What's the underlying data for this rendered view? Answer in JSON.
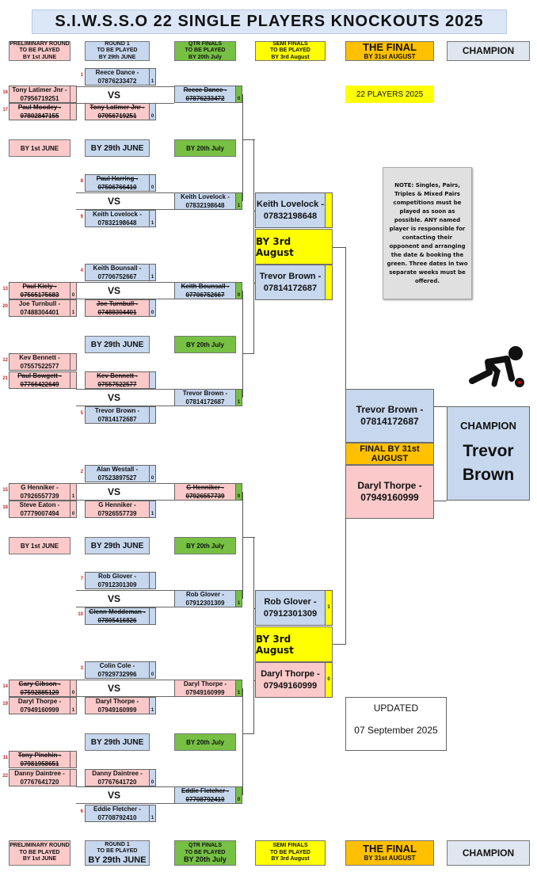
{
  "title": "S.I.W.S.S.O 22 SINGLE PLAYERS  KNOCKOUTS  2025",
  "headers": {
    "prelim": [
      "PRELIMINARY ROUND",
      "TO BE PLAYED",
      "BY 1st JUNE"
    ],
    "r1": [
      "ROUND 1",
      "TO BE PLAYED",
      "BY 29th JUNE"
    ],
    "qf": [
      "QTR FINALS",
      "TO BE PLAYED",
      "BY 20th July"
    ],
    "sf": [
      "SEMI FINALS",
      "TO BE PLAYED",
      "BY  3rd August"
    ],
    "final": [
      "THE FINAL",
      "BY 31st AUGUST"
    ],
    "champion": "CHAMPION"
  },
  "by_labels": {
    "prelim": "BY 1st JUNE",
    "r1": "BY 29th JUNE",
    "qf": "BY 20th July",
    "sf": "BY  3rd August",
    "final": "FINAL BY 31st AUGUST"
  },
  "vs": "VS",
  "players_badge": "22 PLAYERS 2025",
  "note": "NOTE: Singles, Pairs, Triples & Mixed Pairs competitions must be played as soon as possible. ANY named player is responsible for contacting their opponent and arranging the date  &  booking the green. Three dates in two separate weeks must be offered.",
  "updated": {
    "label": "UPDATED",
    "date": "07 September 2025"
  },
  "prelim": [
    {
      "seed": "16",
      "name": "Tony Latimer Jnr -",
      "phone": "07956719251",
      "score": "",
      "struck": false
    },
    {
      "seed": "17",
      "name": "Paul Moodey -",
      "phone": "07802847155",
      "score": "",
      "struck": true
    },
    {
      "seed": "13",
      "name": "Paul Kiely -",
      "phone": "07565175683",
      "score": "0",
      "struck": true
    },
    {
      "seed": "20",
      "name": "Joe Turnbull -",
      "phone": "07488304401",
      "score": "1",
      "struck": false
    },
    {
      "seed": "12",
      "name": "Kev Bennett -",
      "phone": "07557522577",
      "score": "",
      "struck": false
    },
    {
      "seed": "21",
      "name": "Paul Bowgett -",
      "phone": "07766422649",
      "score": "",
      "struck": true
    },
    {
      "seed": "15",
      "name": "G Henniker -",
      "phone": "07926557739",
      "score": "1",
      "struck": false
    },
    {
      "seed": "18",
      "name": "Steve Eaton -",
      "phone": "07779007494",
      "score": "0",
      "struck": false
    },
    {
      "seed": "14",
      "name": "Gary Gibson -",
      "phone": "07592885129",
      "score": "0",
      "struck": true
    },
    {
      "seed": "19",
      "name": "Daryl Thorpe -",
      "phone": "07949160999",
      "score": "1",
      "struck": false
    },
    {
      "seed": "11",
      "name": "Tony Pinchin -",
      "phone": "07981958651",
      "score": "",
      "struck": true
    },
    {
      "seed": "22",
      "name": "Danny Daintree -",
      "phone": "07767641720",
      "score": "",
      "struck": false
    }
  ],
  "r1": [
    {
      "seed": "1",
      "name": "Reece Dance -",
      "phone": "07876233472",
      "score": "1",
      "struck": false,
      "color": "blue"
    },
    {
      "seed": "",
      "name": "Tony Latimer Jnr -",
      "phone": "07956719251",
      "score": "0",
      "struck": true,
      "color": "pink"
    },
    {
      "seed": "8",
      "name": "Paul Harring -",
      "phone": "07506766410",
      "score": "0",
      "struck": true,
      "color": "blue"
    },
    {
      "seed": "9",
      "name": "Keith Lovelock -",
      "phone": "07832198648",
      "score": "1",
      "struck": false,
      "color": "blue"
    },
    {
      "seed": "4",
      "name": "Keith Bounsall -",
      "phone": "07706752667",
      "score": "1",
      "struck": false,
      "color": "blue"
    },
    {
      "seed": "",
      "name": "Joe Turnbull -",
      "phone": "07488304401",
      "score": "0",
      "struck": true,
      "color": "pink"
    },
    {
      "seed": "",
      "name": "Kev Bennett -",
      "phone": "07557522577",
      "score": "",
      "struck": true,
      "color": "pink"
    },
    {
      "seed": "5",
      "name": "Trevor Brown -",
      "phone": "07814172687",
      "score": "",
      "struck": false,
      "color": "blue"
    },
    {
      "seed": "2",
      "name": "Alan Westall -",
      "phone": "07523897527",
      "score": "0",
      "struck": false,
      "color": "blue"
    },
    {
      "seed": "",
      "name": "G Henniker -",
      "phone": "07926557739",
      "score": "1",
      "struck": false,
      "color": "pink"
    },
    {
      "seed": "7",
      "name": "Rob Glover -",
      "phone": "07912301309",
      "score": "",
      "struck": false,
      "color": "blue"
    },
    {
      "seed": "10",
      "name": "Glenn Meddeman -",
      "phone": "07805416826",
      "score": "",
      "struck": true,
      "color": "blue"
    },
    {
      "seed": "3",
      "name": "Colin Cole -",
      "phone": "07929732996",
      "score": "0",
      "struck": false,
      "color": "blue"
    },
    {
      "seed": "",
      "name": "Daryl Thorpe -",
      "phone": "07949160999",
      "score": "1",
      "struck": false,
      "color": "pink"
    },
    {
      "seed": "",
      "name": "Danny Daintree -",
      "phone": "07767641720",
      "score": "0",
      "struck": false,
      "color": "pink"
    },
    {
      "seed": "6",
      "name": "Eddie Fletcher -",
      "phone": "07708792410",
      "score": "1",
      "struck": false,
      "color": "blue"
    }
  ],
  "qf": [
    {
      "name": "Reece Dance -",
      "phone": "07876233472",
      "score": "0",
      "struck": true,
      "color": "blue"
    },
    {
      "name": "Keith Lovelock -",
      "phone": "07832198648",
      "score": "1",
      "struck": false,
      "color": "blue"
    },
    {
      "name": "Keith Bounsall -",
      "phone": "07706752667",
      "score": "0",
      "struck": true,
      "color": "blue"
    },
    {
      "name": "Trevor Brown -",
      "phone": "07814172687",
      "score": "1",
      "struck": false,
      "color": "blue"
    },
    {
      "name": "G Henniker -",
      "phone": "07926557739",
      "score": "0",
      "struck": true,
      "color": "pink"
    },
    {
      "name": "Rob Glover -",
      "phone": "07912301309",
      "score": "1",
      "struck": false,
      "color": "blue"
    },
    {
      "name": "Daryl Thorpe -",
      "phone": "07949160999",
      "score": "1",
      "struck": false,
      "color": "pink"
    },
    {
      "name": "Eddie Fletcher -",
      "phone": "07708792410",
      "score": "0",
      "struck": true,
      "color": "blue"
    }
  ],
  "sf": [
    {
      "name": "Keith Lovelock -",
      "phone": "07832198648",
      "score": "",
      "color": "blue"
    },
    {
      "name": "Trevor Brown -",
      "phone": "07814172687",
      "score": "",
      "color": "blue"
    },
    {
      "name": "Rob Glover -",
      "phone": "07912301309",
      "score": "1",
      "color": "blue"
    },
    {
      "name": "Daryl Thorpe -",
      "phone": "07949160999",
      "score": "0",
      "color": "pink"
    }
  ],
  "final": [
    {
      "name": "Trevor Brown -",
      "phone": "07814172687"
    },
    {
      "name": "Daryl Thorpe -",
      "phone": "07949160999"
    }
  ],
  "champion": {
    "label": "CHAMPION",
    "name": "Trevor Brown"
  }
}
